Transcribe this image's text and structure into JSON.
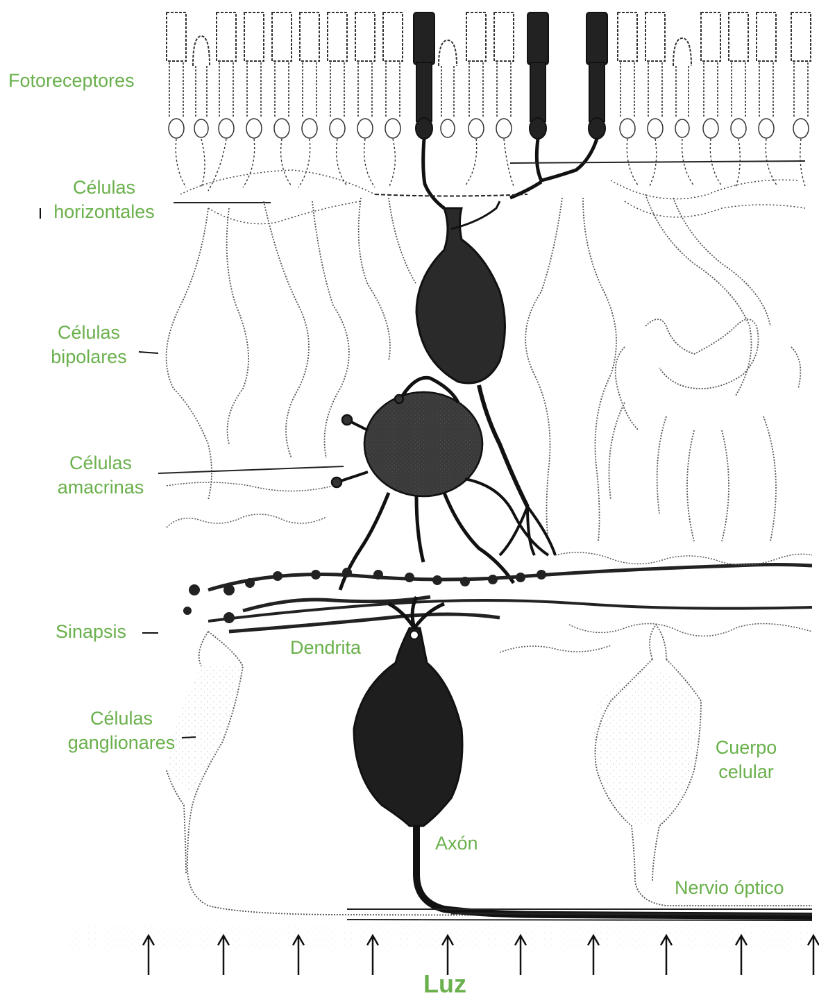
{
  "labels": {
    "fotoreceptores": "Fotoreceptores",
    "horizontales_1": "Células",
    "horizontales_2": "horizontales",
    "bipolares_1": "Células",
    "bipolares_2": "bipolares",
    "amacrinas_1": "Células",
    "amacrinas_2": "amacrinas",
    "sinapsis": "Sinapsis",
    "dendrita": "Dendrita",
    "ganglionares_1": "Células",
    "ganglionares_2": "ganglionares",
    "cuerpo_1": "Cuerpo",
    "cuerpo_2": "celular",
    "axon": "Axón",
    "nervio": "Nervio óptico",
    "luz": "Luz"
  },
  "colors": {
    "label": "#6ab04c",
    "ink": "#1a1a1a",
    "stipple": "#555555"
  }
}
